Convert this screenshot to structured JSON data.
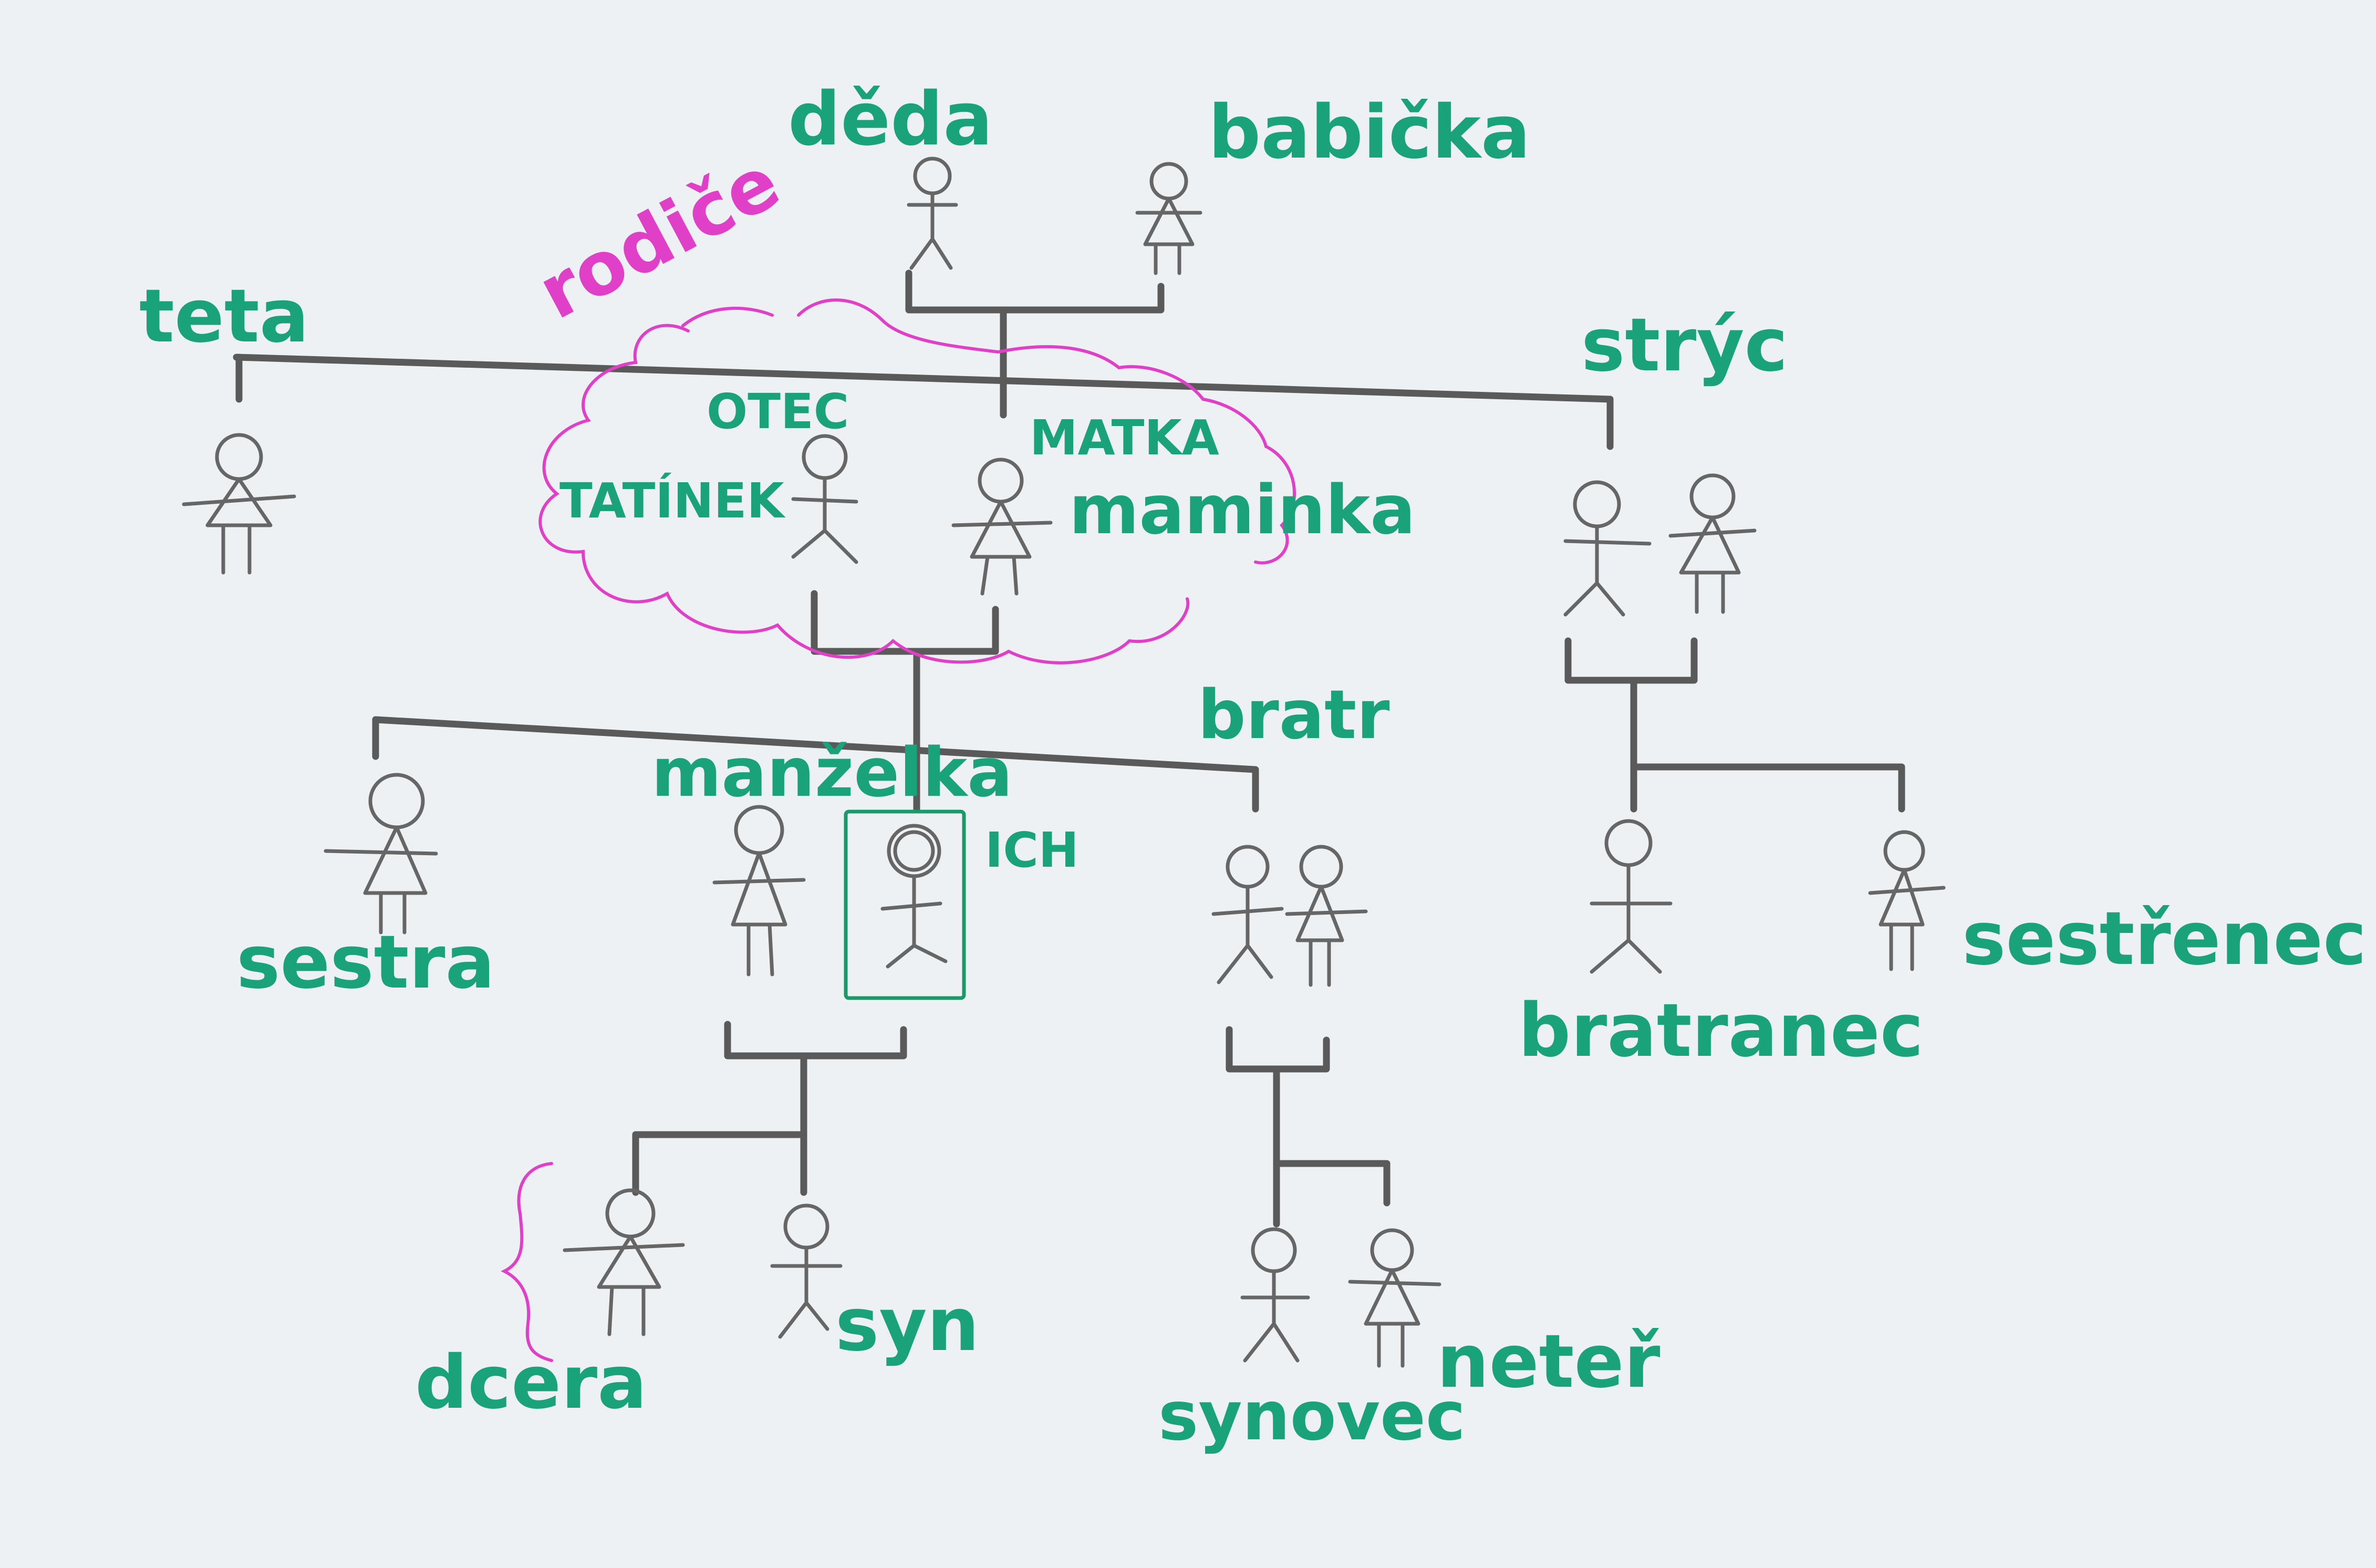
{
  "labels": {
    "deda": "děda",
    "babicka": "babička",
    "teta": "teta",
    "rodice": "rodiče",
    "stryc": "strýc",
    "otec": "OTEC",
    "tatinek": "TATÍNEK",
    "matka": "MATKA",
    "maminka": "maminka",
    "bratr": "bratr",
    "manzelka": "manželka",
    "ich": "ICH",
    "sestra": "sestra",
    "bratranec": "bratranec",
    "sestrenice": "sestřenec",
    "dcera": "dcera",
    "syn": "syn",
    "synovec": "synovec",
    "neter": "neteř"
  },
  "colors": {
    "label": "#1aa37a",
    "annotation": "#e040c8",
    "pencil": "#5a5a5a",
    "paper": "#eef1f3"
  }
}
